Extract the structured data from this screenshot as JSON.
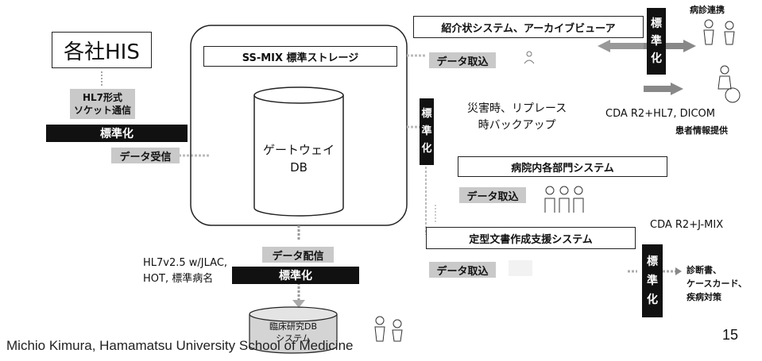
{
  "his": {
    "label": "各社HIS"
  },
  "left": {
    "hl7_line1": "HL7形式",
    "hl7_line2": "ソケット通信",
    "standardize": "標準化",
    "data_receive": "データ受信"
  },
  "storage": {
    "title": "SS-MIX 標準ストレージ",
    "db_line1": "ゲートウェイ",
    "db_line2": "DB",
    "data_distribute": "データ配信",
    "standardize": "標準化"
  },
  "bottom_left": {
    "line1": "HL7v2.5 w/JLAC,",
    "line2": "HOT, 標準病名"
  },
  "clinical_db": {
    "line1": "臨床研究DB",
    "line2": "システム"
  },
  "right": {
    "referral_system": "紹介状システム、アーカイブビューア",
    "data_import_1": "データ取込",
    "vstd_1": [
      "標",
      "準",
      "化"
    ],
    "hospital_link": "病診連携",
    "cda_1": "CDA R2+HL7, DICOM",
    "patient_info": "患者情報提供",
    "disaster_line1": "災害時、リプレース",
    "disaster_line2": "時バックアップ",
    "vstd_2": [
      "標",
      "準",
      "化"
    ],
    "dept_system": "病院内各部門システム",
    "data_import_2": "データ取込",
    "cda_2": "CDA R2+J-MIX",
    "doc_system": "定型文書作成支援システム",
    "data_import_3": "データ取込",
    "vstd_3": [
      "標",
      "準",
      "化"
    ],
    "outputs": [
      "診断書、",
      "ケースカード、",
      "疾病対策"
    ]
  },
  "footer": {
    "author": "Michio Kimura, Hamamatsu University School of Medicine",
    "page_number": "15"
  }
}
